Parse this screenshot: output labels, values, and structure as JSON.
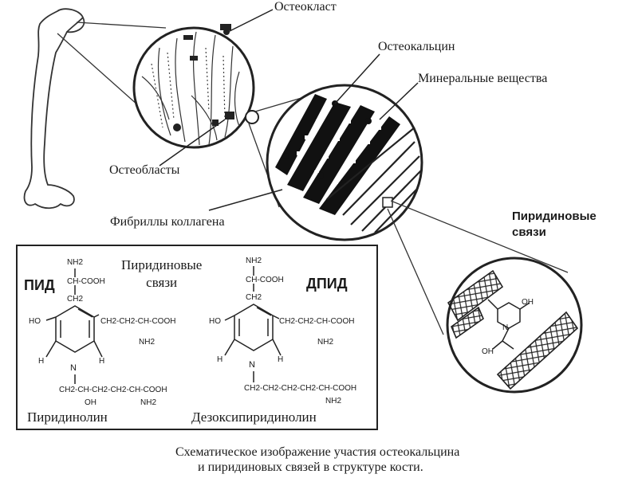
{
  "labels": {
    "osteoclast": "Остеокласт",
    "osteocalcin": "Остеокальцин",
    "minerals": "Минеральные вещества",
    "osteoblasts": "Остеобласты",
    "collagen_fibrils": "Фибриллы коллагена",
    "pyridinoline_links_line1": "Пиридиновые",
    "pyridinoline_links_line2": "связи"
  },
  "chemistry_box": {
    "pid_abbrev": "ПИД",
    "dpid_abbrev": "ДПИД",
    "center_title_line1": "Пиридиновые",
    "center_title_line2": "связи",
    "pid_name": "Пиридинолин",
    "dpid_name": "Дезоксипиридинолин",
    "pid": {
      "nh2_top": "NH2",
      "ch_cooh": "CH-COOH",
      "ch2_top": "CH2",
      "ho": "HO",
      "side_chain": "CH2-CH2-CH-COOH",
      "side_nh2": "NH2",
      "h_left": "H",
      "h_right": "H",
      "n_plus": "N",
      "bottom_chain": "CH2-CH-CH2-CH2-CH-COOH",
      "bottom_oh": "OH",
      "bottom_nh2": "NH2"
    },
    "dpid": {
      "nh2_top": "NH2",
      "ch_cooh": "CH-COOH",
      "ch2_top": "CH2",
      "ho": "HO",
      "side_chain": "CH2-CH2-CH-COOH",
      "side_nh2": "NH2",
      "h_left": "H",
      "h_right": "H",
      "n_plus": "N",
      "bottom_chain": "CH2-CH2-CH2-CH2-CH-COOH",
      "bottom_nh2": "NH2"
    }
  },
  "inset": {
    "oh_top": "OH",
    "n_plus": "N",
    "oh_bottom": "OH"
  },
  "caption_line1": "Схематическое изображение участия остеокальцина",
  "caption_line2": "и пиридиновых связей в  структуре кости."
}
